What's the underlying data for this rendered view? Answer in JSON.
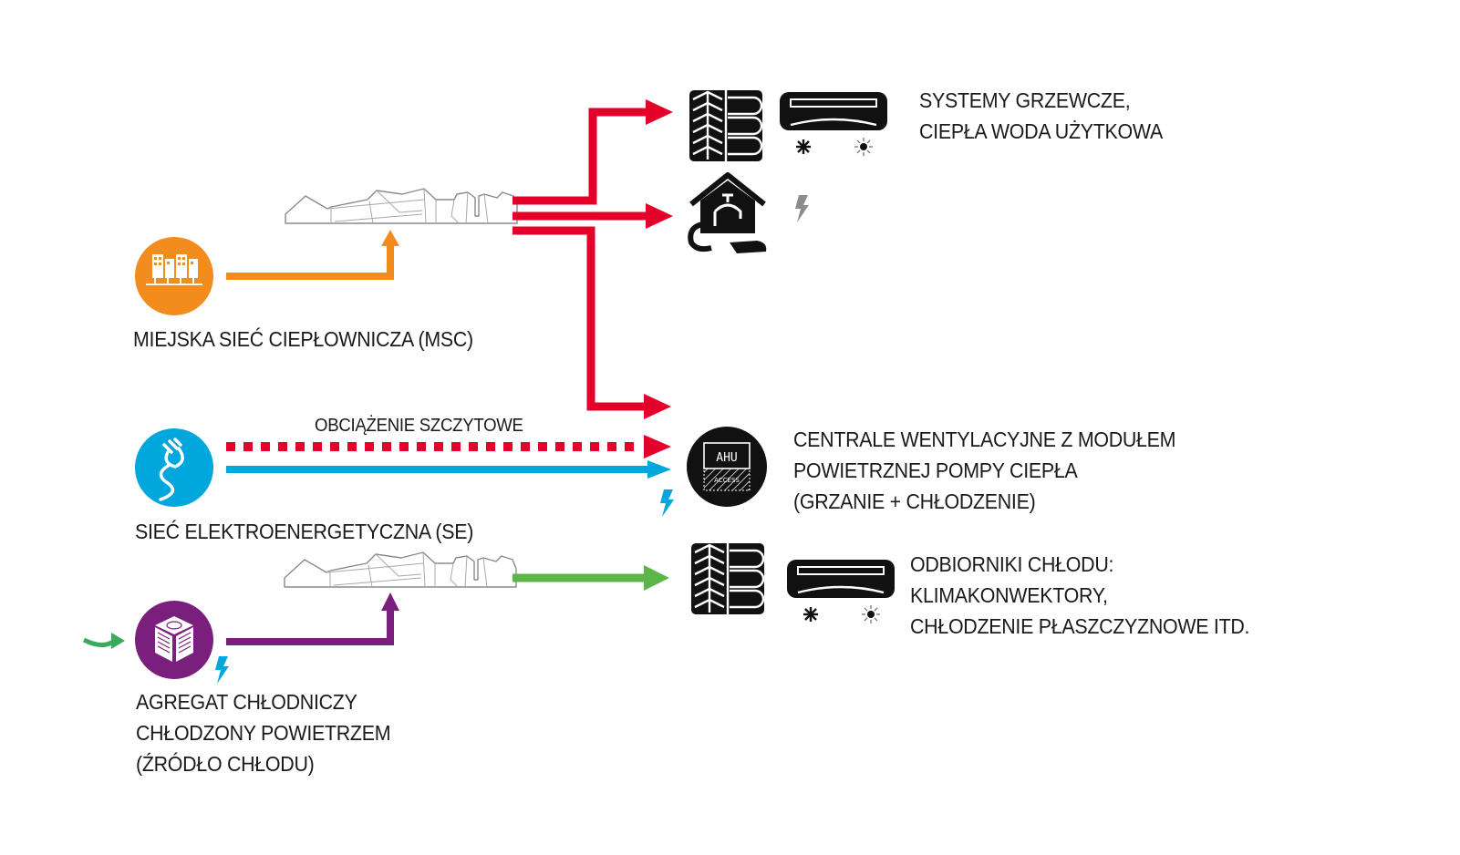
{
  "colors": {
    "heat": "#e4002b",
    "district_heating": "#f28c1c",
    "electric": "#00a7dc",
    "cooling_flow": "#5cb547",
    "chiller": "#7b1f7e",
    "icon_dark": "#111111",
    "building_outline": "#8a8a8a",
    "bolt_grey": "#8c8c8c"
  },
  "sources": [
    {
      "id": "msc",
      "icon": "district-heating-icon",
      "label": "MIEJSKA SIEĆ CIEPŁOWNICZA (MSC)"
    },
    {
      "id": "se",
      "icon": "power-plug-icon",
      "label": "SIEĆ ELEKTROENERGETYCZNA (SE)"
    },
    {
      "id": "chiller",
      "icon": "chiller-unit-icon",
      "label_lines": [
        "AGREGAT CHŁODNICZY",
        "CHŁODZONY POWIETRZEM",
        "(ŹRÓDŁO CHŁODU)"
      ]
    }
  ],
  "flows": {
    "peak_label": "OBCIĄŻENIE SZCZYTOWE"
  },
  "receivers": [
    {
      "id": "heating",
      "icons": [
        "floor-heating-panel-icon",
        "split-ac-unit-icon"
      ],
      "label_lines": [
        "SYSTEMY GRZEWCZE,",
        "CIEPŁA WODA UŻYTKOWA"
      ]
    },
    {
      "id": "dhw",
      "icons": [
        "house-water-tap-icon",
        "lightning-bolt-icon"
      ]
    },
    {
      "id": "ahu",
      "icon": "ahu-unit-icon",
      "icon_text": "AHU",
      "icon_subtext": "ACCESS",
      "label_lines": [
        "CENTRALE WENTYLACYJNE Z MODUŁEM",
        "POWIETRZNEJ POMPY CIEPŁA",
        "(GRZANIE + CHŁODZENIE)"
      ]
    },
    {
      "id": "cooling",
      "icons": [
        "floor-heating-panel-icon",
        "split-ac-unit-icon"
      ],
      "label_lines": [
        "ODBIORNIKI CHŁODU:",
        "KLIMAKONWEKTORY,",
        "CHŁODZENIE PŁASZCZYZNOWE ITD."
      ]
    }
  ]
}
